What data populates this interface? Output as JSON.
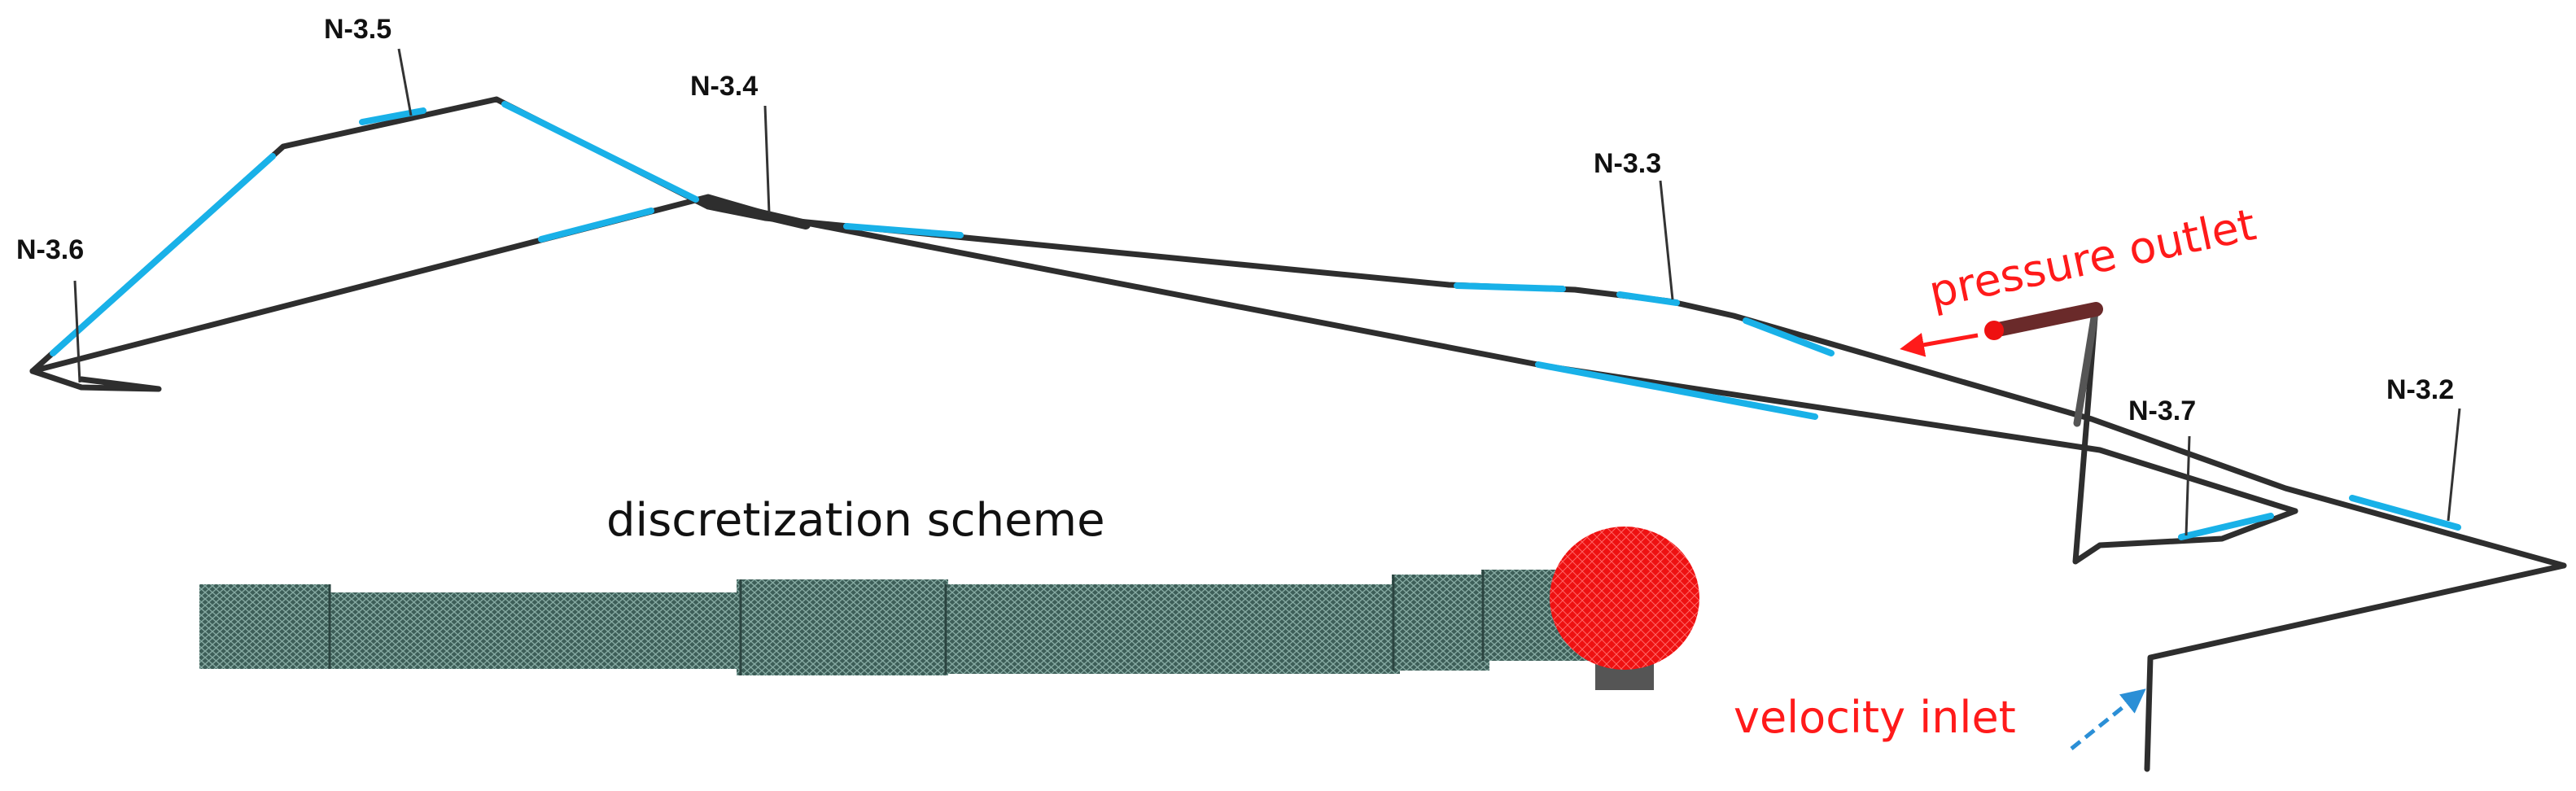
{
  "colors": {
    "pipe": "#2e2e2e",
    "monitored_segment": "#19b1e8",
    "boundary_label": "#ff1a1a",
    "inlet_arrow": "#2b8fd6",
    "outlet_marker": "#ee1111",
    "mesh_fill": "#3d5e58",
    "mesh_line": "#86aaa2"
  },
  "nodes": [
    {
      "id": "N-3.5",
      "label": "N-3.5"
    },
    {
      "id": "N-3.4",
      "label": "N-3.4"
    },
    {
      "id": "N-3.6",
      "label": "N-3.6"
    },
    {
      "id": "N-3.3",
      "label": "N-3.3"
    },
    {
      "id": "N-3.7",
      "label": "N-3.7"
    },
    {
      "id": "N-3.2",
      "label": "N-3.2"
    }
  ],
  "boundary_conditions": {
    "outlet": {
      "label": "pressure outlet",
      "marker_icon": "pressure-outlet-marker-icon"
    },
    "inlet": {
      "label": "velocity inlet",
      "arrow_icon": "inlet-arrow-icon"
    }
  },
  "inset": {
    "title": "discretization scheme",
    "mesh_icon": "pipe-mesh-icon",
    "cross_section_icon": "cross-section-mesh-icon"
  }
}
